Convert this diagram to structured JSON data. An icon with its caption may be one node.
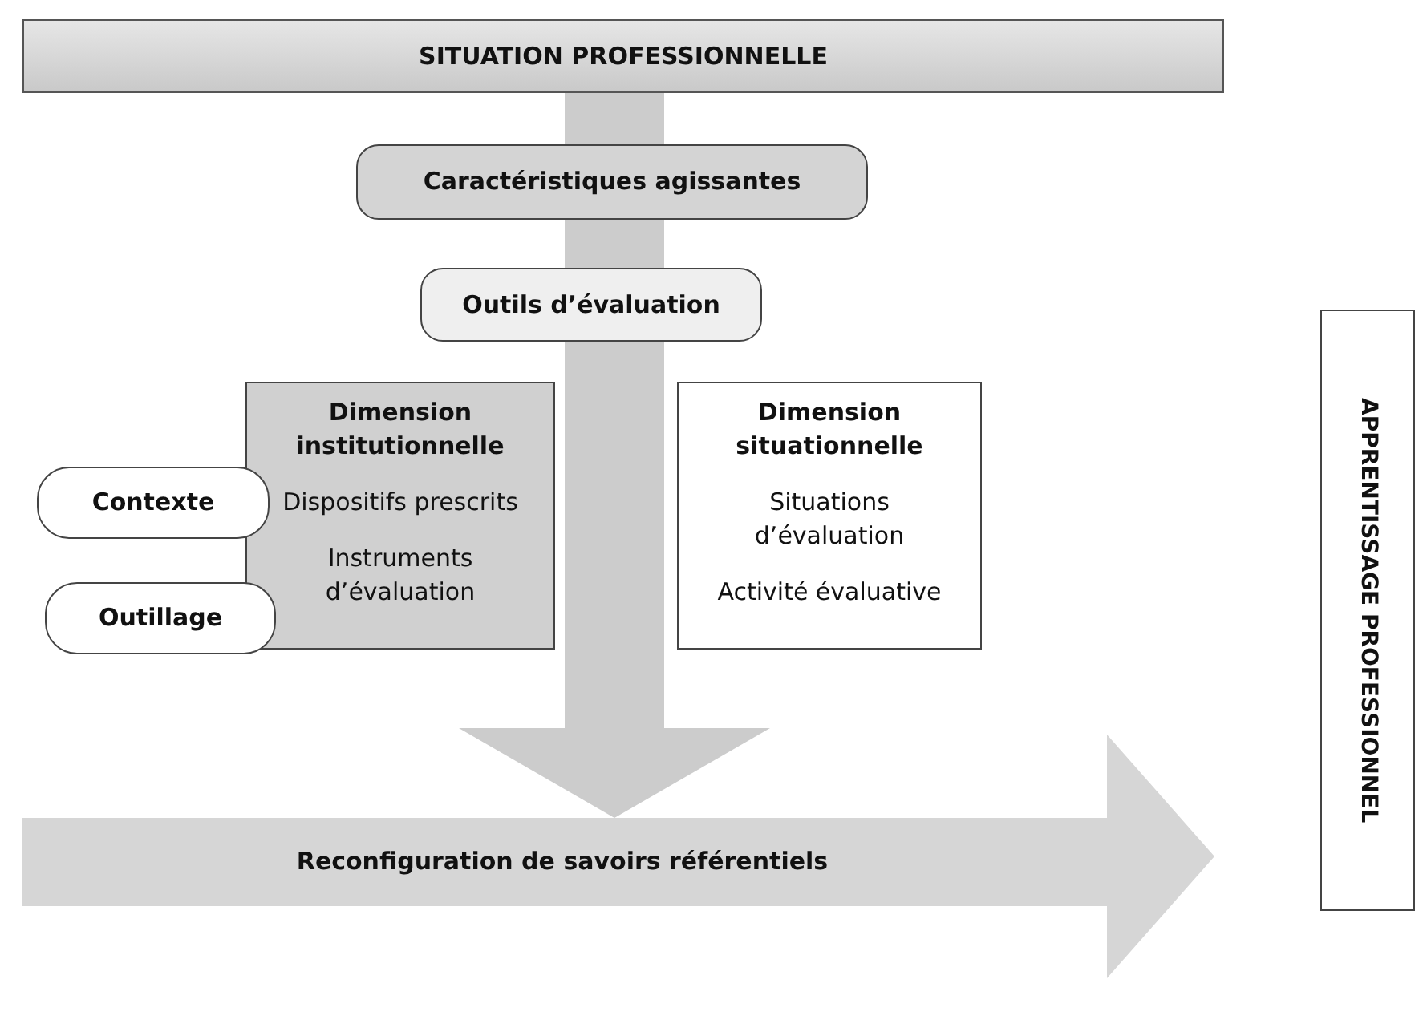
{
  "diagram": {
    "nodes": [
      {
        "text": [
          "SITUATION PROFESSIONNELLE"
        ]
      },
      {
        "text": [
          "Caractéristiques agissantes"
        ]
      },
      {
        "text": [
          "Outils d’évaluation"
        ]
      },
      {
        "text": [
          "Dimension institutionnelle",
          "Dispositifs prescrits",
          "Instruments d’évaluation"
        ]
      },
      {
        "text": [
          "Dimension situationnelle",
          "Situations d’évaluation",
          "Activité évaluative"
        ]
      },
      {
        "text": [
          "Contexte"
        ]
      },
      {
        "text": [
          "Outillage"
        ]
      },
      {
        "text": [
          "Reconfiguration de savoirs référentiels"
        ]
      },
      {
        "text": [
          "APPRENTISSAGE PROFESSIONNEL"
        ]
      }
    ],
    "edges": [
      {
        "from": 0,
        "to": 1,
        "arrow": "none"
      },
      {
        "from": 1,
        "to": 2,
        "arrow": "none"
      },
      {
        "from": 2,
        "to": 7,
        "arrow": "to"
      }
    ]
  }
}
